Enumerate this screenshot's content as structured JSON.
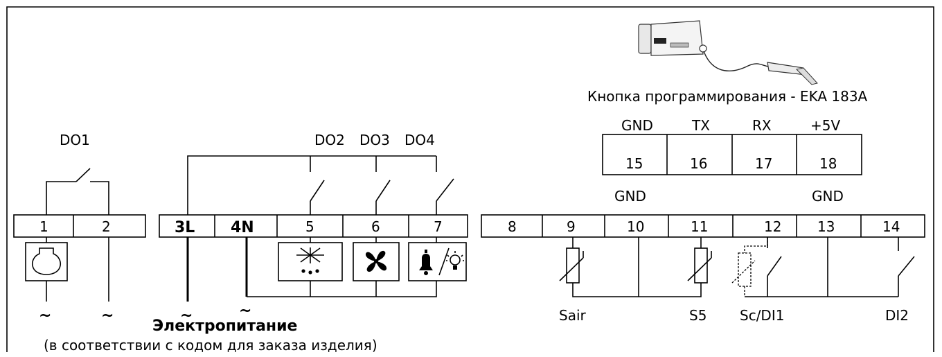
{
  "usb": {
    "caption": "Кнопка программирования - EKA 183A",
    "labels": [
      "GND",
      "TX",
      "RX",
      "+5V"
    ],
    "terminals": [
      "15",
      "16",
      "17",
      "18"
    ]
  },
  "relays": {
    "do1": "DO1",
    "do2": "DO2",
    "do3": "DO3",
    "do4": "DO4"
  },
  "terminals": {
    "t1": "1",
    "t2": "2",
    "t3": "3L",
    "t4": "4N",
    "t5": "5",
    "t6": "6",
    "t7": "7",
    "t8": "8",
    "t9": "9",
    "t10": "10",
    "t11": "11",
    "t12": "12",
    "t13": "13",
    "t14": "14"
  },
  "gnd_labels": [
    "GND",
    "GND"
  ],
  "ac_symbol": "~",
  "sensors": {
    "sair": "Sair",
    "s5": "S5",
    "sc_di1": "Sc/DI1",
    "di2": "DI2"
  },
  "power": {
    "title": "Электропитание",
    "note": "(в соответствии с кодом для заказа изделия)"
  },
  "icons": [
    "compressor-icon",
    "defrost-icon",
    "fan-icon",
    "alarm-bell-icon",
    "light-icon",
    "usb-programming-key-icon"
  ]
}
